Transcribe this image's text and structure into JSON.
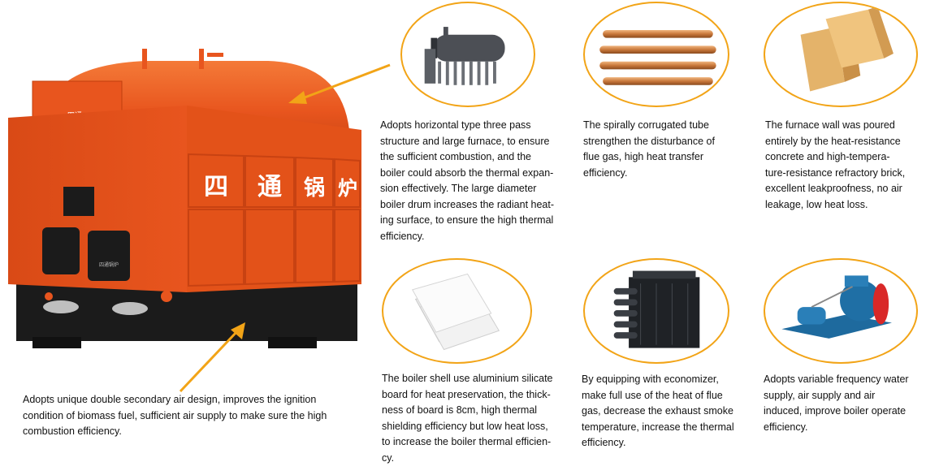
{
  "boiler": {
    "panel_chars": [
      "四",
      "通",
      "锅",
      "炉"
    ],
    "logo_text": "四通",
    "door_text": "四通锅炉"
  },
  "features": {
    "main_top": "Adopts horizontal type three pass\nstructure and large furnace, to ensure\nthe sufficient combustion, and the\nboiler could absorb the thermal expan-\nsion effectively. The large diameter\nboiler drum increases the radiant heat-\ning surface, to ensure the high thermal\nefficiency.",
    "main_bottom": "Adopts unique double secondary air design, improves the ignition\ncondition of biomass fuel, sufficient air supply to make sure the high\ncombustion efficiency.",
    "tube": "The spirally corrugated tube\nstrengthen the disturbance of\nflue gas, high heat transfer\nefficiency.",
    "brick": "The furnace wall was poured\nentirely by the heat-resistance\nconcrete and high-tempera-\nture-resistance refractory brick,\nexcellent leakproofness, no air\nleakage, low heat loss.",
    "board": "The boiler shell use aluminium silicate\nboard for heat preservation, the thick-\nness of board is 8cm, high thermal\nshielding efficiency but low heat loss,\nto increase the boiler thermal efficien-\ncy.",
    "economizer": "By equipping with economizer,\nmake full use of the heat of flue\ngas, decrease the exhaust smoke\ntemperature, increase the thermal\nefficiency.",
    "fan": "Adopts variable frequency water\nsupply, air supply and air\ninduced, improve boiler operate\nefficiency."
  },
  "colors": {
    "accent": "#f2a417",
    "boiler_orange": "#e8551e",
    "boiler_dark": "#1b1b1b"
  },
  "icons": [
    "boiler-image",
    "drum-image",
    "tube-image",
    "brick-image",
    "board-image",
    "economizer-image",
    "fan-image",
    "arrow"
  ]
}
